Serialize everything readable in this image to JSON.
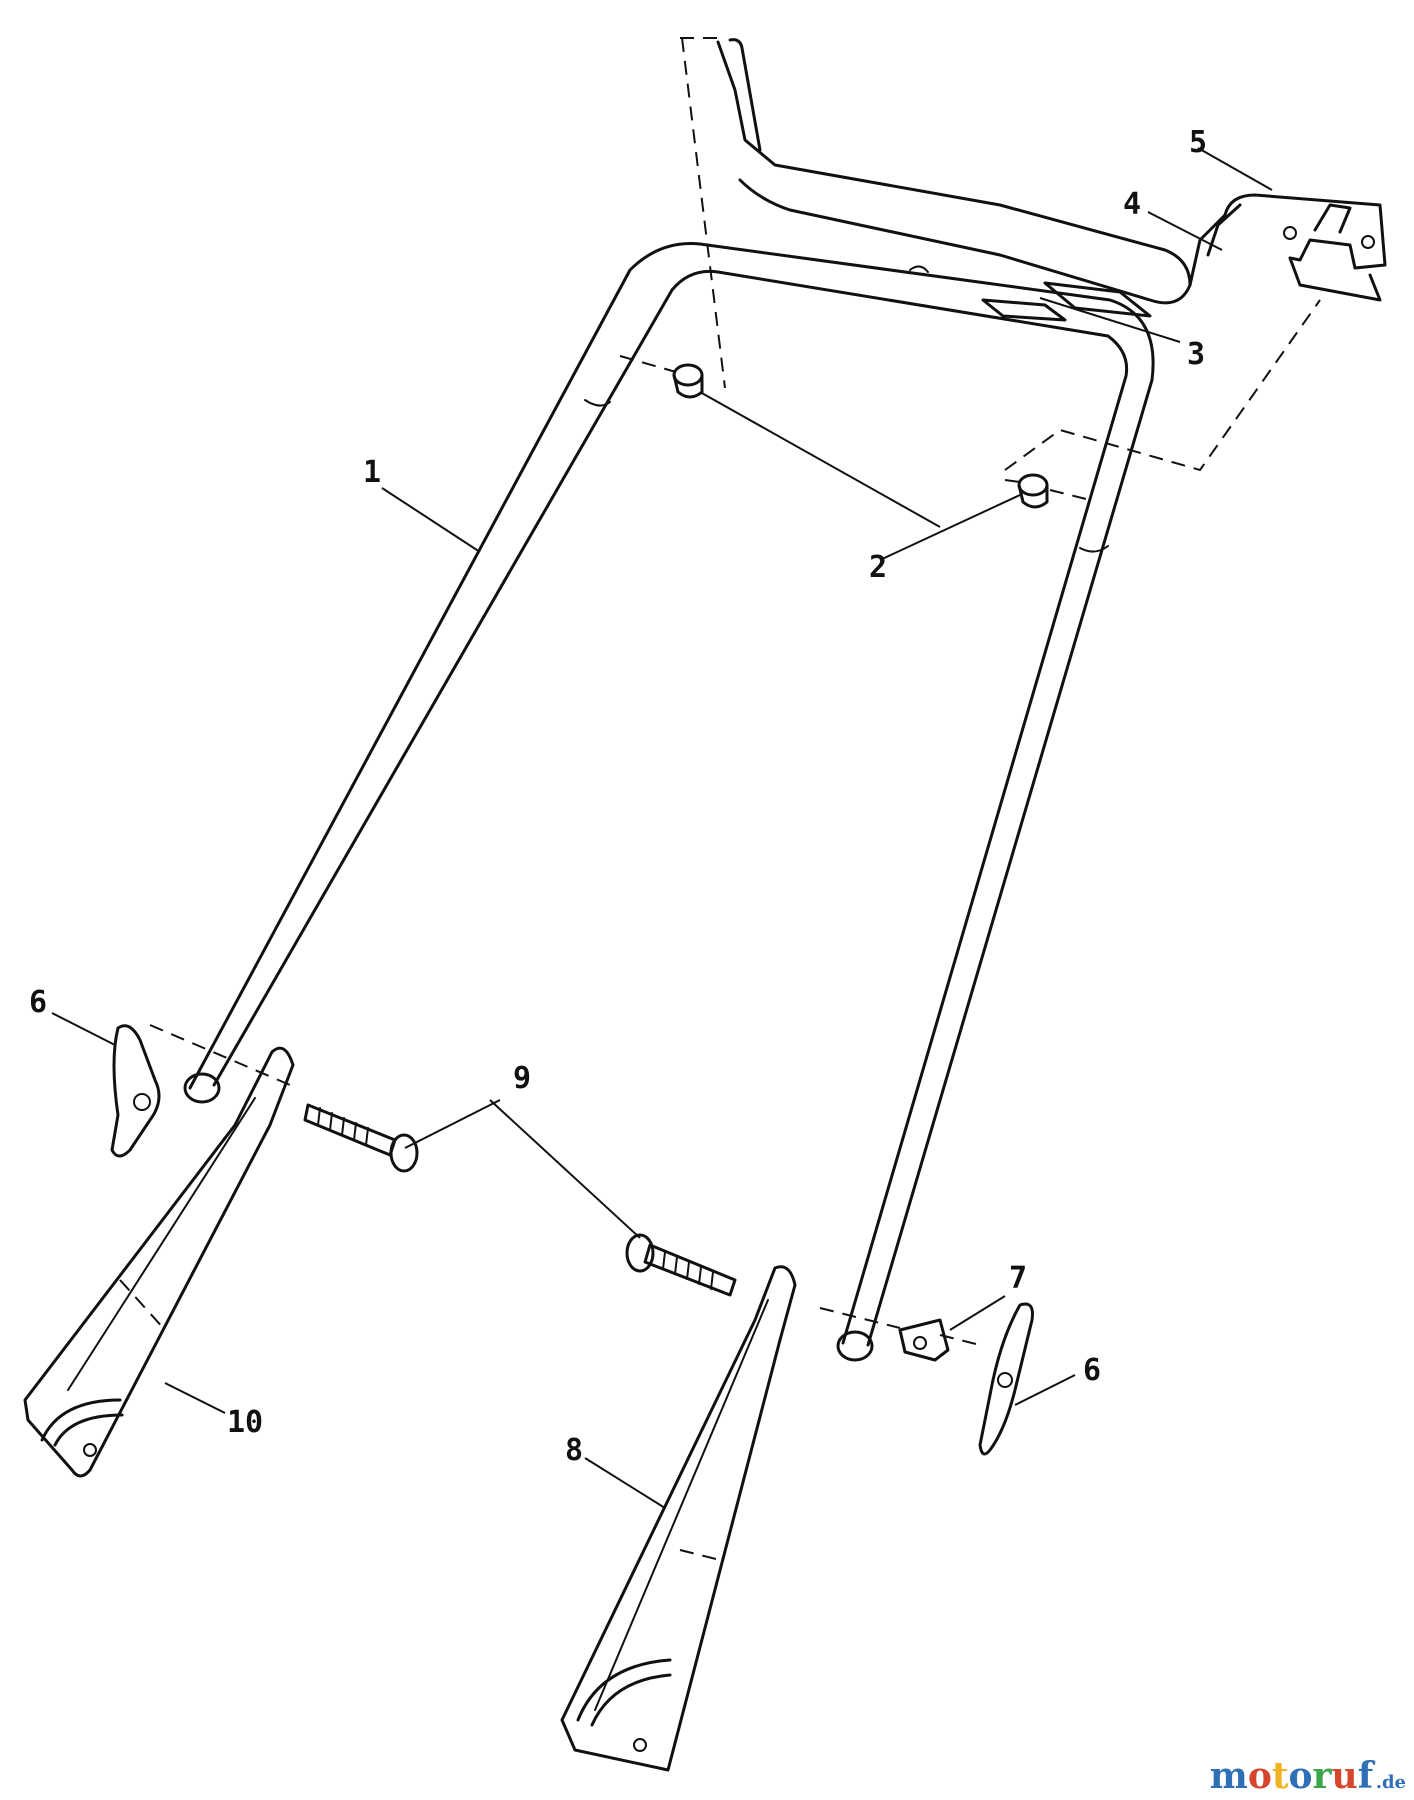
{
  "callouts": {
    "c1": "1",
    "c2": "2",
    "c3": "3",
    "c4": "4",
    "c5": "5",
    "c6a": "6",
    "c6b": "6",
    "c7": "7",
    "c8": "8",
    "c9": "9",
    "c10": "10"
  },
  "watermark": {
    "text": "motoruf",
    "suffix": ".de",
    "colors": [
      "#2f6fb5",
      "#d6452e",
      "#f0b323",
      "#2f6fb5",
      "#3aa54a",
      "#d6452e",
      "#2f6fb5"
    ]
  }
}
